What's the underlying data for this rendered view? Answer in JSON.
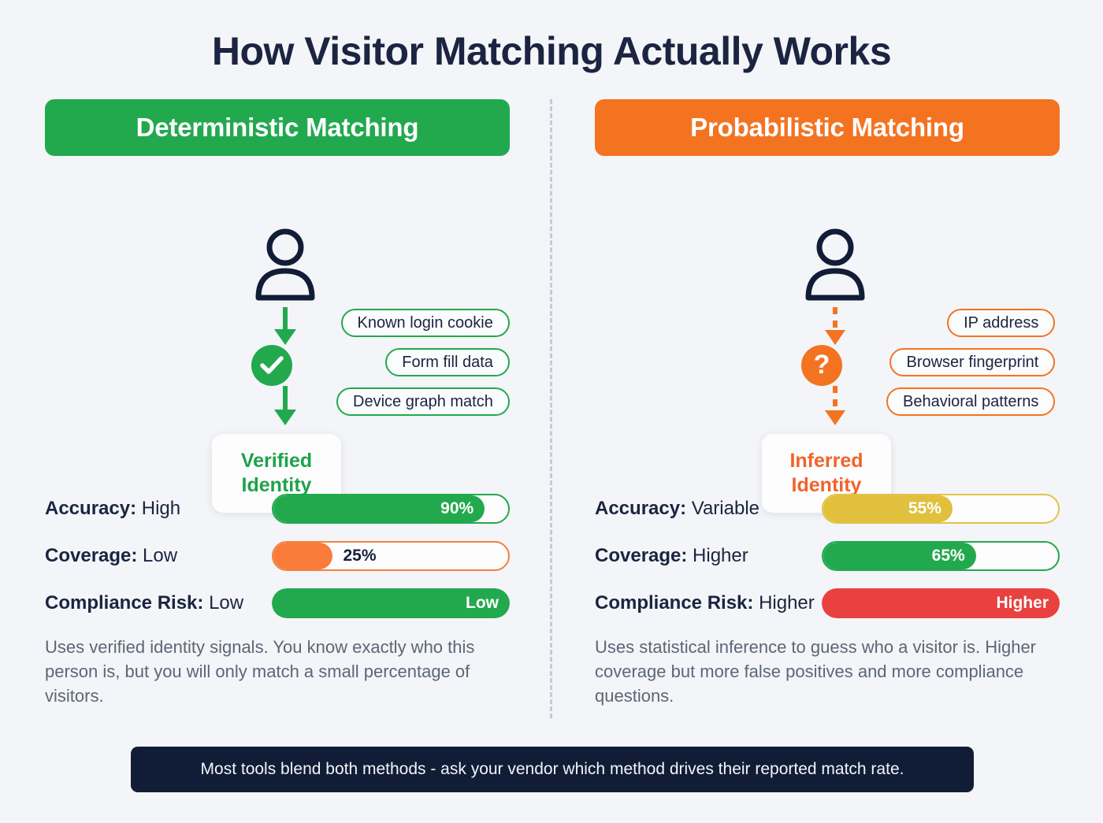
{
  "title": "How Visitor Matching Actually Works",
  "colors": {
    "green": "#22A94E",
    "orange": "#F47321",
    "yellow": "#E0C03C",
    "red": "#E8413F",
    "navy": "#1b2440",
    "background": "#f3f5f8",
    "footer_bg": "#111d36"
  },
  "left": {
    "header": "Deterministic Matching",
    "person_icon": "person-icon",
    "node_icon": "check-circle-icon",
    "arrow_style": "solid",
    "identity_card": "Verified Identity",
    "identity_card_line1": "Verified",
    "identity_card_line2": "Identity",
    "signals": [
      "Known login cookie",
      "Form fill data",
      "Device graph match"
    ],
    "metrics": [
      {
        "label": "Accuracy:",
        "value": "High",
        "bar_text": "90%",
        "percent": 90,
        "bar_color": "#22A94E",
        "text_inside": true
      },
      {
        "label": "Coverage:",
        "value": "Low",
        "bar_text": "25%",
        "percent": 25,
        "bar_color": "#F97C3C",
        "text_inside": false
      },
      {
        "label": "Compliance Risk:",
        "value": "Low",
        "bar_text": "Low",
        "percent": 100,
        "bar_color": "#22A94E",
        "text_inside": true
      }
    ],
    "description": "Uses verified identity signals. You know exactly who this person is, but you will only match a small percentage of visitors."
  },
  "right": {
    "header": "Probabilistic Matching",
    "person_icon": "person-icon",
    "node_icon": "question-circle-icon",
    "arrow_style": "dashed",
    "identity_card": "Inferred Identity",
    "identity_card_line1": "Inferred",
    "identity_card_line2": "Identity",
    "node_glyph": "?",
    "signals": [
      "IP address",
      "Browser fingerprint",
      "Behavioral patterns"
    ],
    "metrics": [
      {
        "label": "Accuracy:",
        "value": "Variable",
        "bar_text": "55%",
        "percent": 55,
        "bar_color": "#E0C03C",
        "text_inside": true
      },
      {
        "label": "Coverage:",
        "value": "Higher",
        "bar_text": "65%",
        "percent": 65,
        "bar_color": "#22A94E",
        "text_inside": true
      },
      {
        "label": "Compliance Risk:",
        "value": "Higher",
        "bar_text": "Higher",
        "percent": 100,
        "bar_color": "#E8413F",
        "text_inside": true
      }
    ],
    "description": "Uses statistical inference to guess who a visitor is. Higher coverage but more false positives and more compliance questions."
  },
  "footer": "Most tools blend both methods - ask your vendor which method drives their reported match rate."
}
